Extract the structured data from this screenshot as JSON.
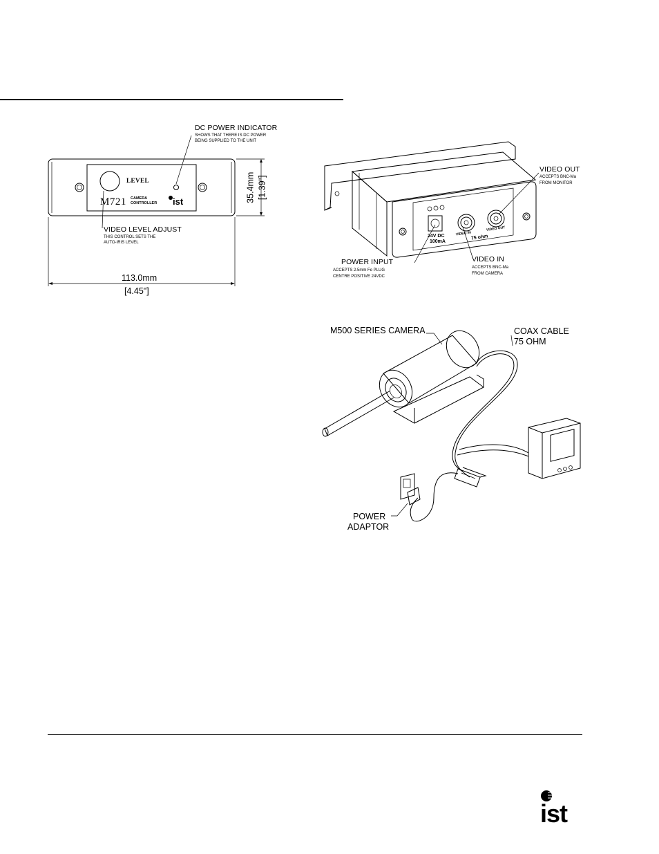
{
  "front_panel": {
    "callout_power_indicator": {
      "title": "DC POWER INDICATOR",
      "line1": "SHOWS THAT THERE IS DC POWER",
      "line2": "BEING SUPPLIED TO THE UNIT"
    },
    "callout_level_adjust": {
      "title": "VIDEO LEVEL ADJUST",
      "line1": "THIS CONTROL SETS THE",
      "line2": "AUTO-IRIS LEVEL"
    },
    "knob_label": "LEVEL",
    "model": "M721",
    "product_line1": "CAMERA",
    "product_line2": "CONTROLLER",
    "brand": "ist",
    "dim_height_mm": "35.4mm",
    "dim_height_in": "[1.39\"]",
    "dim_width_mm": "113.0mm",
    "dim_width_in": "[4.45\"]"
  },
  "rear_panel": {
    "video_out": {
      "title": "VIDEO OUT",
      "line1": "ACCEPTS BNC-Ma",
      "line2": "FROM MONITOR"
    },
    "power_input": {
      "title": "POWER INPUT",
      "line1": "ACCEPTS 2.5mm Fe PLUG",
      "line2": "CENTRE POSITIVE 24VDC"
    },
    "video_in": {
      "title": "VIDEO IN",
      "line1": "ACCEPTS BNC-Ma",
      "line2": "FROM CAMERA"
    },
    "jack_label1": "24V DC",
    "jack_label2": "100mA",
    "bnc_in_label": "VIDEO IN",
    "bnc_out_label": "VIDEO OUT",
    "ohm_label": "75 ohm"
  },
  "system": {
    "camera_label": "M500 SERIES CAMERA",
    "coax_line1": "COAX CABLE",
    "coax_line2": "75 OHM",
    "adaptor_line1": "POWER",
    "adaptor_line2": "ADAPTOR"
  },
  "footer": {
    "logo_text": "ist"
  }
}
